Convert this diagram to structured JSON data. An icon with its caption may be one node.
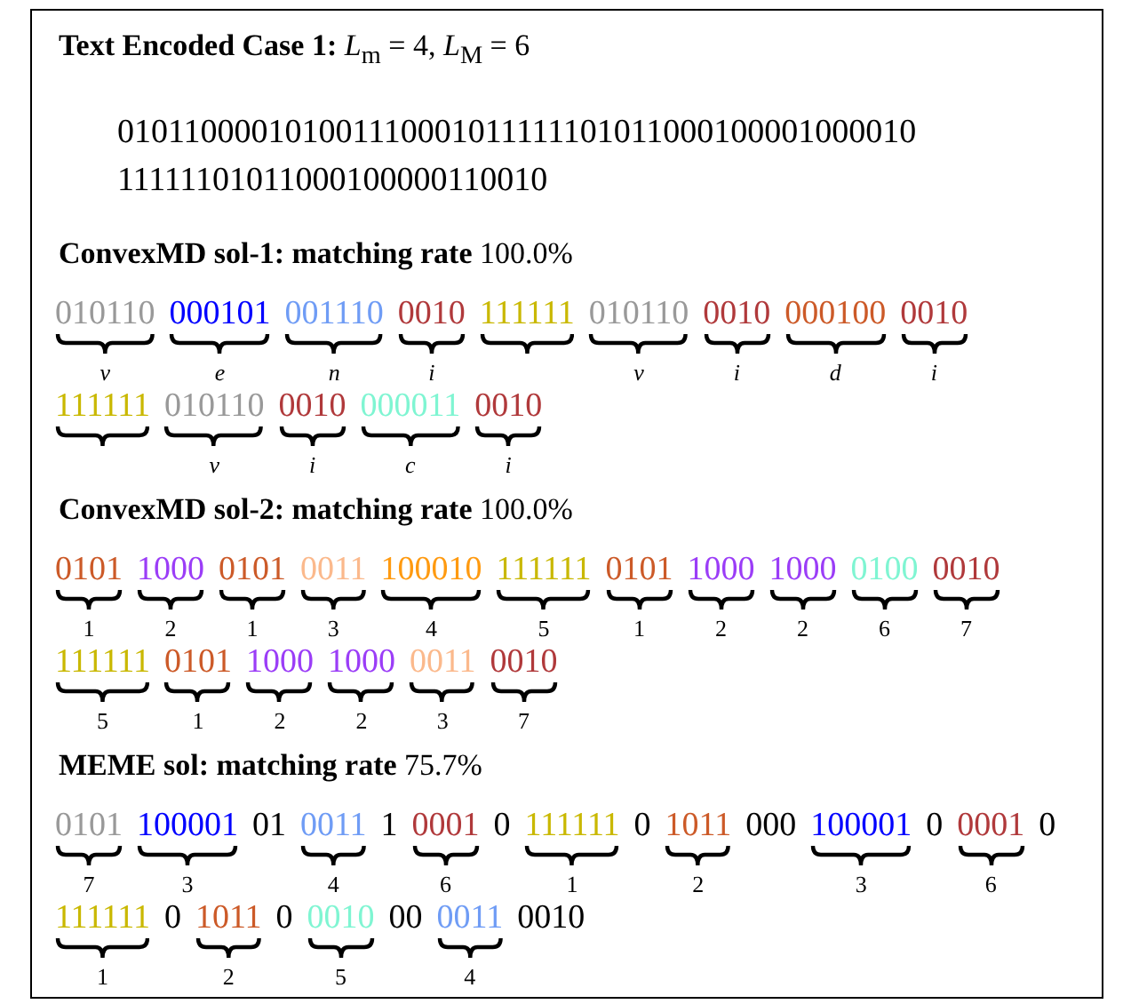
{
  "diagram": {
    "title": "**Text Encoded Case 1:** *L*$_{m}$ = 4, *L*$_{M}$ = 6",
    "labels": [
      "010110000101001110001011111101011000100001000010",
      "11111101011000100000110010",
      "**ConvexMD sol-1: matching rate** 100.0%",
      "010110",
      "000101",
      "001110",
      "0010",
      "111111",
      "010110",
      "0010",
      "000100",
      "0010",
      "v",
      "e",
      "n",
      "i",
      "v",
      "i",
      "d",
      "i",
      "111111",
      "010110",
      "0010",
      "000011",
      "0010",
      "v",
      "i",
      "c",
      "i",
      "**ConvexMD sol-2: matching rate** 100.0%",
      "0101",
      "1000",
      "0101",
      "0011",
      "100010",
      "111111",
      "0101",
      "1000",
      "1000",
      "0100",
      "0010",
      "1",
      "2",
      "1",
      "3",
      "4",
      "5",
      "1",
      "2",
      "2",
      "6",
      "7",
      "111111",
      "0101",
      "1000",
      "1000",
      "0011",
      "0010",
      "5",
      "1",
      "2",
      "2",
      "3",
      "7",
      "**MEME sol: matching rate** 75.7%",
      "0101",
      "100001",
      "01",
      "0011",
      "1",
      "0001",
      "0",
      "111111",
      "0",
      "1011",
      "000",
      "100001",
      "0",
      "0001",
      "0",
      "7",
      "3",
      "4",
      "6",
      "1",
      "2",
      "3",
      "6",
      "111111",
      "0",
      "1011",
      "0",
      "0010",
      "00",
      "0011",
      "0010",
      "1",
      "2",
      "5",
      "4"
    ]
  }
}
